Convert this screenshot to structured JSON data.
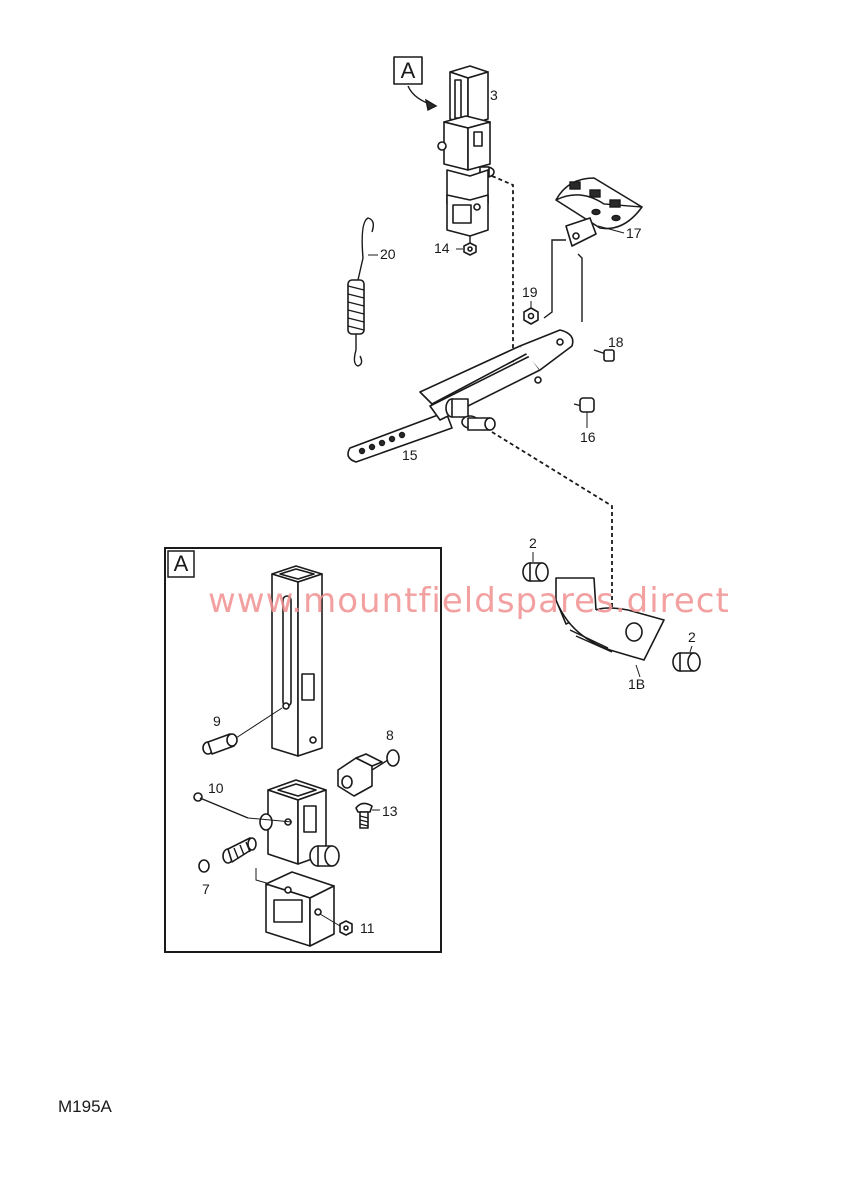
{
  "callouts": {
    "c3": "3",
    "c14": "14",
    "c20": "20",
    "c17": "17",
    "c19": "19",
    "c18": "18",
    "c16": "16",
    "c15": "15",
    "c2a": "2",
    "c2b": "2",
    "c1b": "1B",
    "c9": "9",
    "c8": "8",
    "c10": "10",
    "c13": "13",
    "c7": "7",
    "c11": "11"
  },
  "detail_label_main": "A",
  "detail_label_inset": "A",
  "drawing_code": "M195A",
  "watermark": "www.mountfieldspares.direct",
  "colors": {
    "line": "#1a1a1a",
    "watermark": "#f29090",
    "background": "#ffffff"
  }
}
